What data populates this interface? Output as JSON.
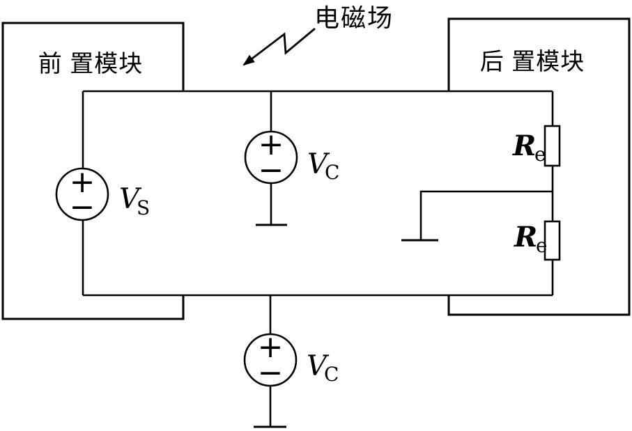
{
  "figure": {
    "background": "#ffffff",
    "line_color": "#000000",
    "annotation": {
      "label": "电磁场"
    },
    "modules": {
      "front": {
        "label": "前 置模块"
      },
      "back": {
        "label": "后 置模块"
      }
    },
    "sources": {
      "vs": {
        "symbol": "V",
        "subscript": "S",
        "plus": "+",
        "minus": "−"
      },
      "vc_mid": {
        "symbol": "V",
        "subscript": "C",
        "plus": "+",
        "minus": "−"
      },
      "vc_bottom": {
        "symbol": "V",
        "subscript": "C",
        "plus": "+",
        "minus": "−"
      }
    },
    "resistors": {
      "re_top": {
        "symbol": "R",
        "subscript": "e"
      },
      "re_bottom": {
        "symbol": "R",
        "subscript": "e"
      }
    }
  }
}
